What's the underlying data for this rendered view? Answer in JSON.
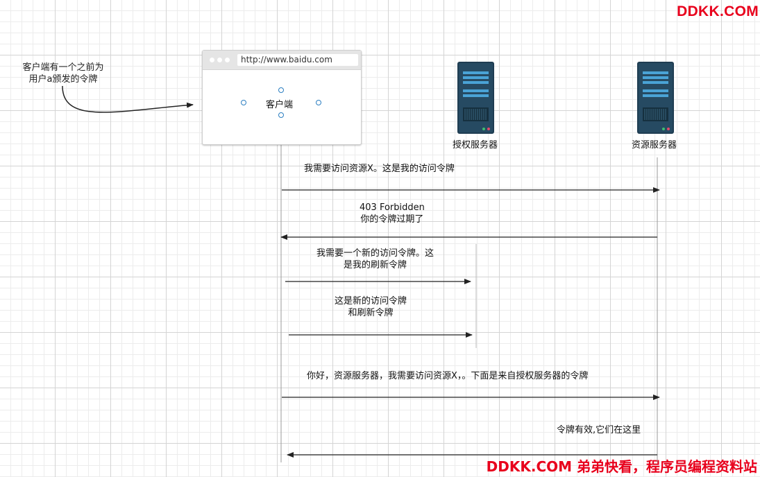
{
  "watermark": {
    "top": "DDKK.COM",
    "bottom": "DDKK.COM 弟弟快看，程序员编程资料站"
  },
  "note": {
    "line1": "客户端有一个之前为",
    "line2": "用户a颁发的令牌"
  },
  "browser": {
    "url": "http://www.baidu.com",
    "label": "客户端"
  },
  "servers": {
    "auth": "授权服务器",
    "resource": "资源服务器"
  },
  "messages": {
    "m1": "我需要访问资源X。这是我的访问令牌",
    "m2_line1": "403 Forbidden",
    "m2_line2": "你的令牌过期了",
    "m3_line1": "我需要一个新的访问令牌。这",
    "m3_line2": "是我的刷新令牌",
    "m4_line1": "这是新的访问令牌",
    "m4_line2": "和刷新令牌",
    "m5": "你好，资源服务器，我需要访问资源X，。下面是来自授权服务器的令牌",
    "m6": "令牌有效,它们在这里"
  },
  "colors": {
    "watermark": "#e8001c",
    "server_body": "#1f3d52",
    "server_slot": "#4aa3d6",
    "handle": "#2b7ec1"
  }
}
